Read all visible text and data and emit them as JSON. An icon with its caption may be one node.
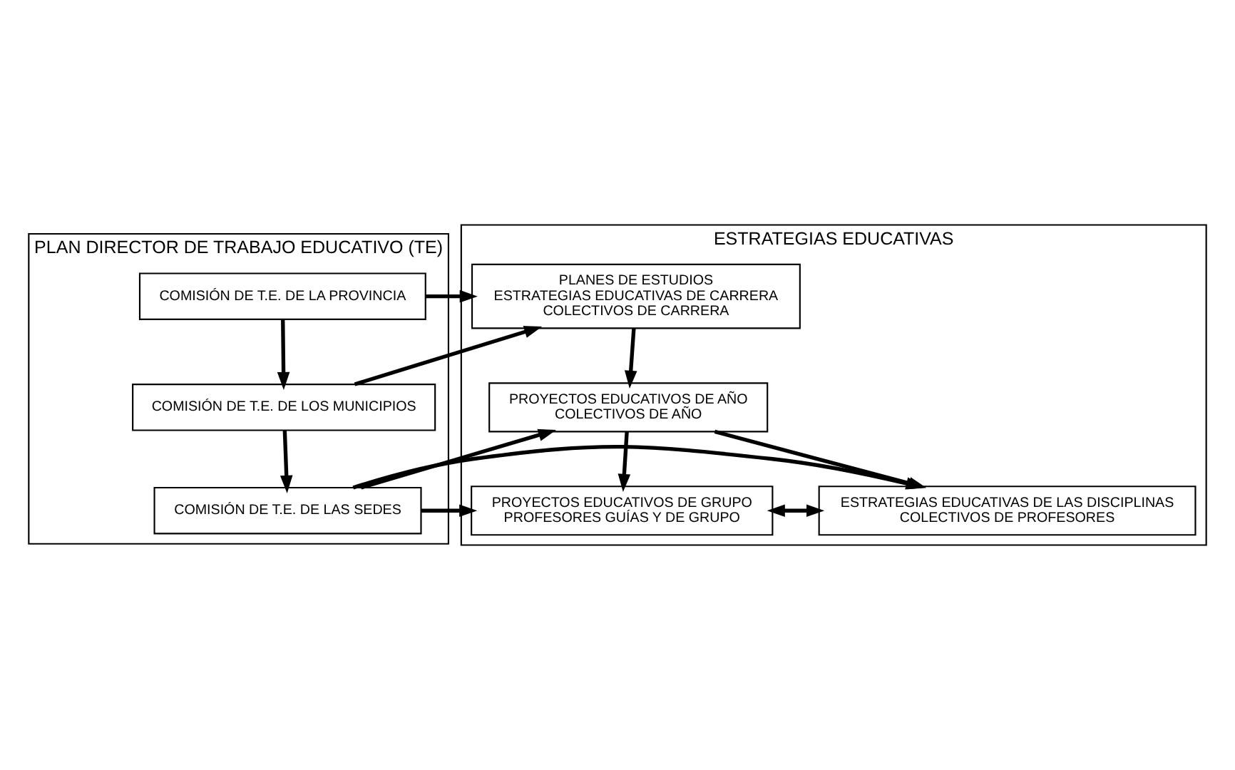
{
  "diagram": {
    "nodes": [
      {
        "text": [
          "PLAN DIRECTOR DE TRABAJO EDUCATIVO (TE)"
        ]
      },
      {
        "text": [
          "COMISIÓN DE T.E. DE LA PROVINCIA"
        ],
        "in": 0
      },
      {
        "text": [
          "COMISIÓN DE T.E. DE LOS MUNICIPIOS"
        ],
        "in": 0
      },
      {
        "text": [
          "COMISIÓN DE T.E. DE LAS SEDES"
        ],
        "in": 0
      },
      {
        "text": [
          "ESTRATEGIAS EDUCATIVAS"
        ]
      },
      {
        "text": [
          "PLANES DE ESTUDIOS",
          "ESTRATEGIAS EDUCATIVAS DE CARRERA",
          "COLECTIVOS DE CARRERA"
        ],
        "in": 4
      },
      {
        "text": [
          "PROYECTOS EDUCATIVOS DE AÑO",
          "COLECTIVOS DE AÑO"
        ],
        "in": 4
      },
      {
        "text": [
          "PROYECTOS EDUCATIVOS DE GRUPO",
          "PROFESORES GUÍAS Y DE GRUPO"
        ],
        "in": 4
      },
      {
        "text": [
          "ESTRATEGIAS EDUCATIVAS DE LAS DISCIPLINAS",
          "COLECTIVOS DE PROFESORES"
        ],
        "in": 4
      }
    ],
    "edges": [
      {
        "from": 1,
        "to": 5,
        "arrow": "to"
      },
      {
        "from": 1,
        "to": 2,
        "arrow": "to"
      },
      {
        "from": 2,
        "to": 5,
        "arrow": "to"
      },
      {
        "from": 2,
        "to": 3,
        "arrow": "to"
      },
      {
        "from": 3,
        "to": 6,
        "arrow": "to"
      },
      {
        "from": 5,
        "to": 6,
        "arrow": "to"
      },
      {
        "from": 6,
        "to": 7,
        "arrow": "to"
      },
      {
        "from": 6,
        "to": 8,
        "arrow": "to"
      },
      {
        "from": 7,
        "to": 8,
        "arrow": "both"
      },
      {
        "from": 3,
        "to": 7,
        "arrow": "to"
      },
      {
        "from": 3,
        "to": 8,
        "arrow": "to"
      }
    ]
  }
}
